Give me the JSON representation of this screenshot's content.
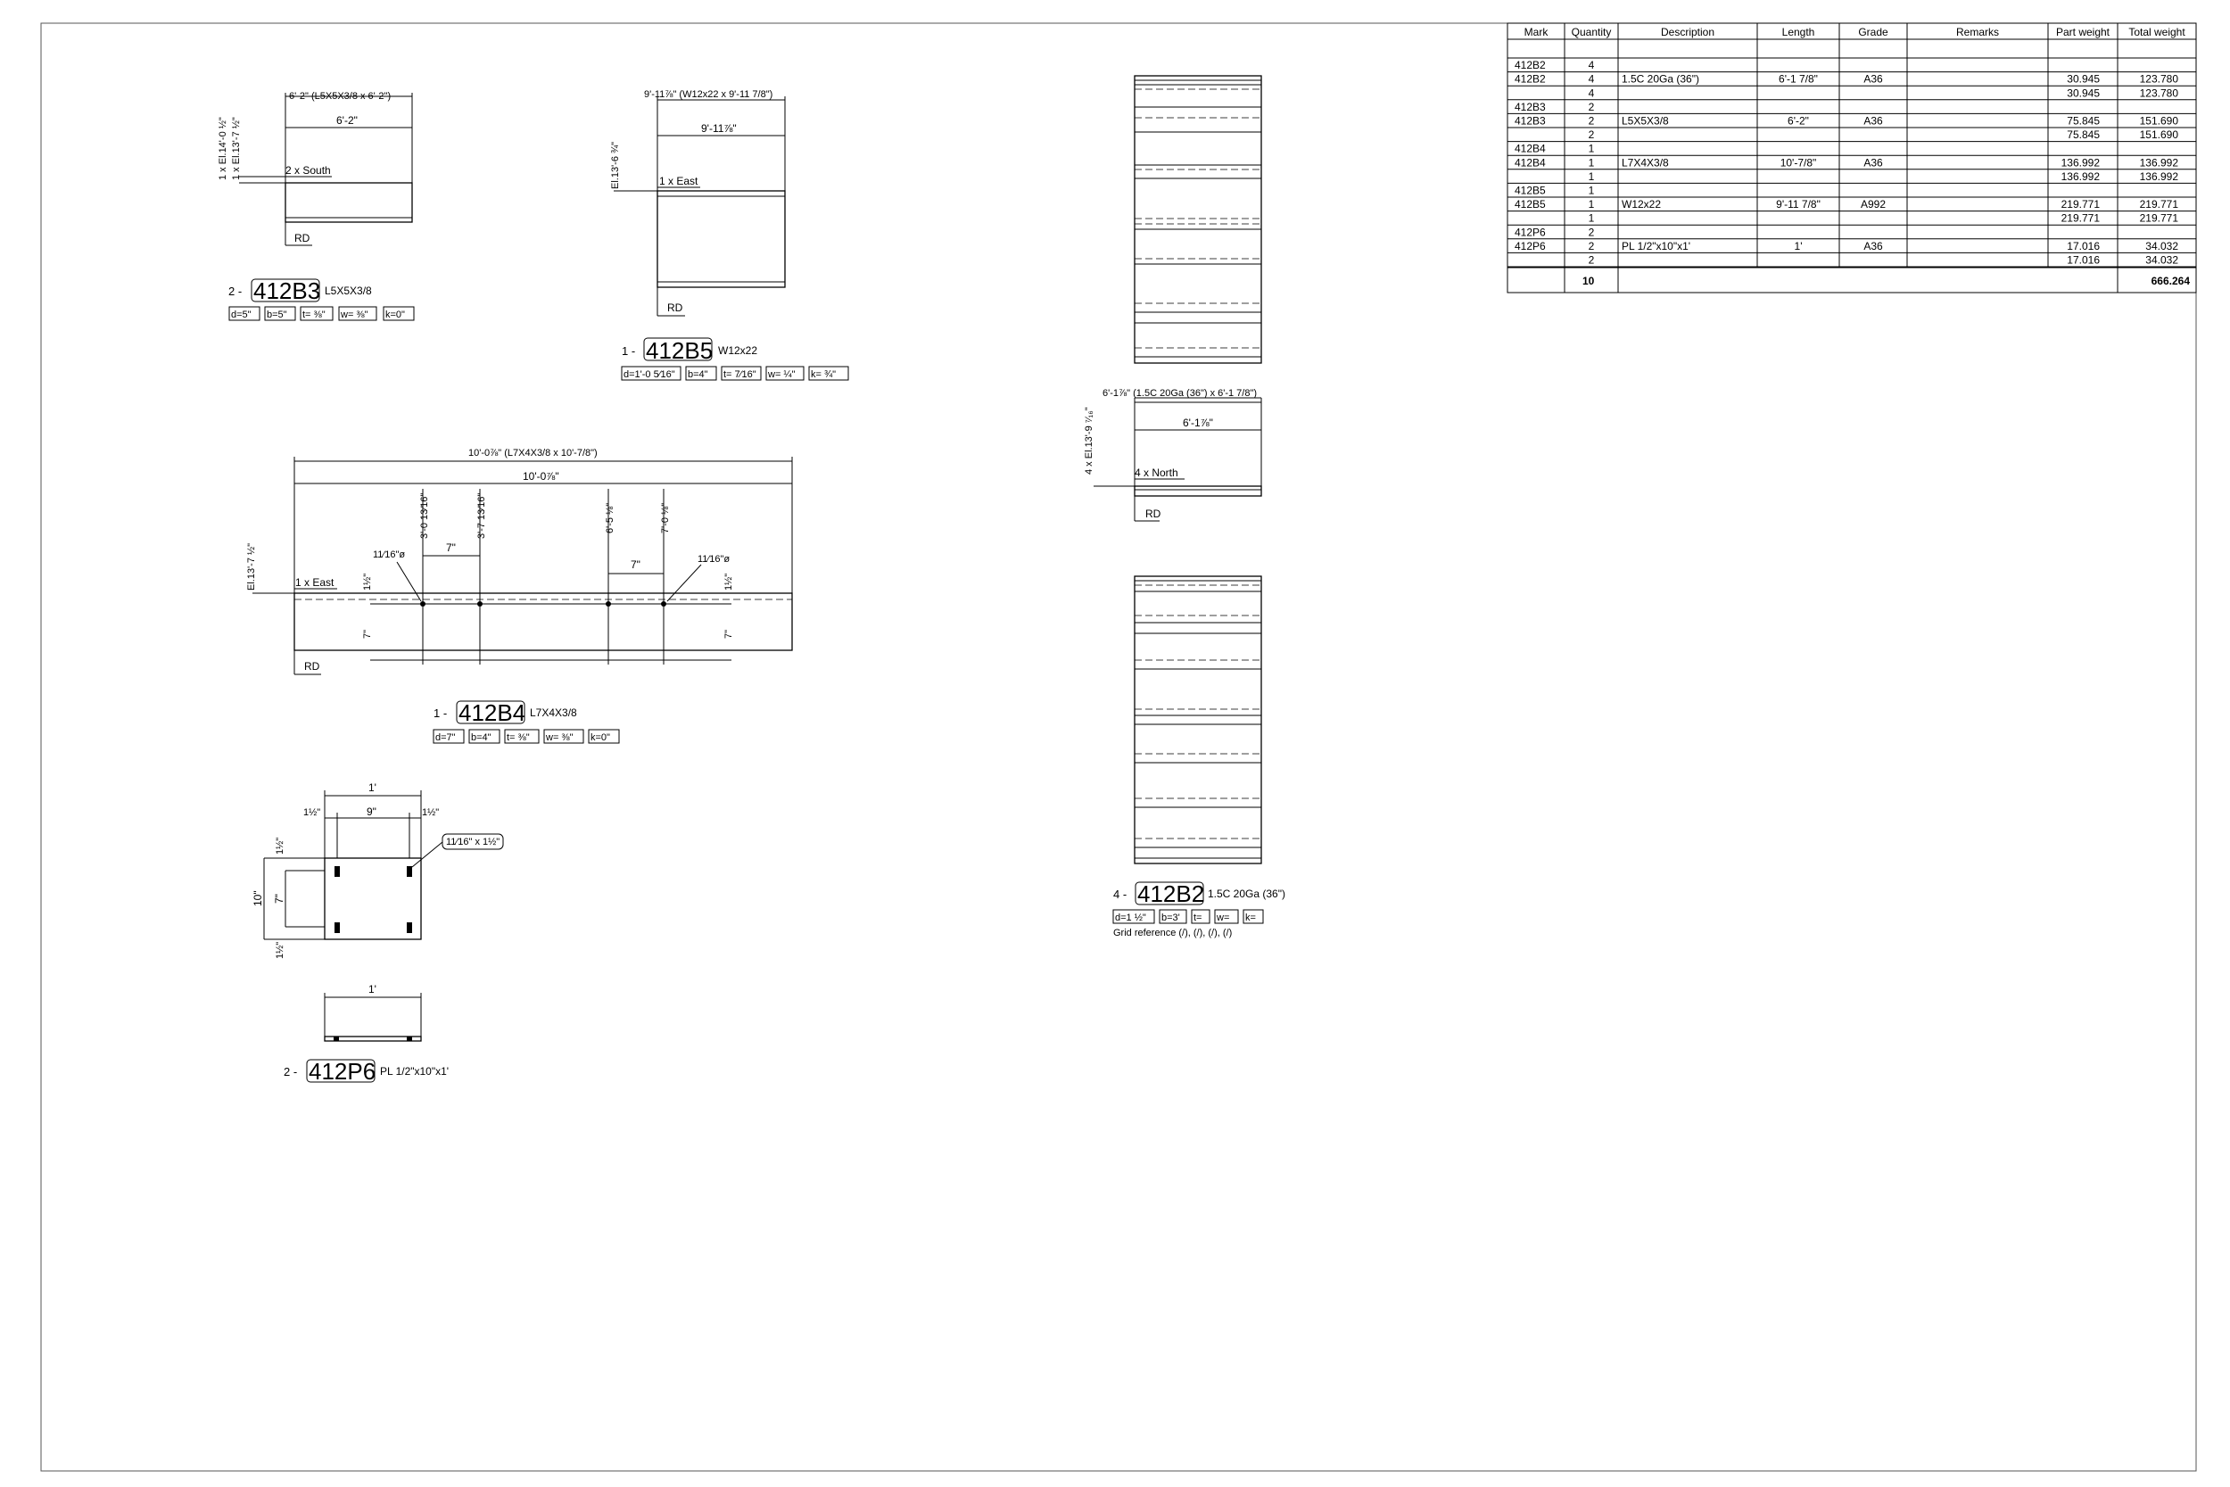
{
  "parts": {
    "b3": {
      "qty": "2 -",
      "mark": "412B3",
      "profile": "L5X5X3/8",
      "overall": "6'-2\" (L5X5X3/8 x 6'-2\")",
      "length": "6'-2\"",
      "elev1": "1 x El.14'-0 ½\"",
      "elev2": "1 x El.13'-7 ½\"",
      "dir": "2 x South",
      "rd": "RD",
      "props": [
        "d=5\"",
        "b=5\"",
        "t= ⅜\"",
        "w= ⅜\"",
        "k=0\""
      ]
    },
    "b5": {
      "qty": "1 -",
      "mark": "412B5",
      "profile": "W12x22",
      "overall": "9'-11⅞\" (W12x22 x 9'-11 7/8\")",
      "length": "9'-11⅞\"",
      "elev": "El.13'-6 ¾\"",
      "dir": "1 x East",
      "rd": "RD",
      "props": [
        "d=1'-0 5⁄16\"",
        "b=4\"",
        "t= 7⁄16\"",
        "w= ¼\"",
        "k= ¾\""
      ]
    },
    "b4": {
      "qty": "1 -",
      "mark": "412B4",
      "profile": "L7X4X3/8",
      "overall": "10'-0⅞\" (L7X4X3/8 x 10'-7/8\")",
      "length": "10'-0⅞\"",
      "elev": "El.13'-7 ½\"",
      "dir": "1 x East",
      "rd": "RD",
      "hole_dims": [
        "3'-0 13⁄16\"",
        "3'-7 13⁄16\"",
        "6'-5 ⅛\"",
        "7'-0 ⅛\""
      ],
      "spacing": "7\"",
      "hole_size": "11⁄16\"ø",
      "edge": "1½\"",
      "gauge": "7\"",
      "props": [
        "d=7\"",
        "b=4\"",
        "t= ⅜\"",
        "w= ⅜\"",
        "k=0\""
      ]
    },
    "p6": {
      "qty": "2 -",
      "mark": "412P6",
      "profile": "PL 1/2\"x10\"x1'",
      "width": "1'",
      "edge": "1½\"",
      "spacing": "9\"",
      "height": "10\"",
      "vspacing": "7\"",
      "hole_label": "11⁄16\" x 1½\"",
      "width2": "1'"
    },
    "b2": {
      "qty": "4 -",
      "mark": "412B2",
      "profile": "1.5C 20Ga (36\")",
      "overall": "6'-1⅞\" (1.5C 20Ga (36\") x 6'-1 7/8\")",
      "length": "6'-1⅞\"",
      "elev": "4 x El.13'-9 ⁷⁄₁₆\"",
      "dir": "4 x North",
      "rd": "RD",
      "props": [
        "d=1 ½\"",
        "b=3'",
        "t=",
        "w=",
        "k="
      ],
      "grid": "Grid reference (/), (/), (/), (/)"
    }
  },
  "bom": {
    "headers": [
      "Mark",
      "Quantity",
      "Description",
      "Length",
      "Grade",
      "Remarks",
      "Part weight",
      "Total weight"
    ],
    "rows": [
      [
        "412B2",
        "4",
        "",
        "",
        "",
        "",
        "",
        ""
      ],
      [
        "412B2",
        "4",
        "1.5C 20Ga (36\")",
        "6'-1 7/8\"",
        "A36",
        "",
        "30.945",
        "123.780"
      ],
      [
        "",
        "4",
        "",
        "",
        "",
        "",
        "30.945",
        "123.780"
      ],
      [
        "412B3",
        "2",
        "",
        "",
        "",
        "",
        "",
        ""
      ],
      [
        "412B3",
        "2",
        "L5X5X3/8",
        "6'-2\"",
        "A36",
        "",
        "75.845",
        "151.690"
      ],
      [
        "",
        "2",
        "",
        "",
        "",
        "",
        "75.845",
        "151.690"
      ],
      [
        "412B4",
        "1",
        "",
        "",
        "",
        "",
        "",
        ""
      ],
      [
        "412B4",
        "1",
        "L7X4X3/8",
        "10'-7/8\"",
        "A36",
        "",
        "136.992",
        "136.992"
      ],
      [
        "",
        "1",
        "",
        "",
        "",
        "",
        "136.992",
        "136.992"
      ],
      [
        "412B5",
        "1",
        "",
        "",
        "",
        "",
        "",
        ""
      ],
      [
        "412B5",
        "1",
        "W12x22",
        "9'-11 7/8\"",
        "A992",
        "",
        "219.771",
        "219.771"
      ],
      [
        "",
        "1",
        "",
        "",
        "",
        "",
        "219.771",
        "219.771"
      ],
      [
        "412P6",
        "2",
        "",
        "",
        "",
        "",
        "",
        ""
      ],
      [
        "412P6",
        "2",
        "PL 1/2\"x10\"x1'",
        "1'",
        "A36",
        "",
        "17.016",
        "34.032"
      ],
      [
        "",
        "2",
        "",
        "",
        "",
        "",
        "17.016",
        "34.032"
      ]
    ],
    "total_qty": "10",
    "total_weight": "666.264"
  }
}
